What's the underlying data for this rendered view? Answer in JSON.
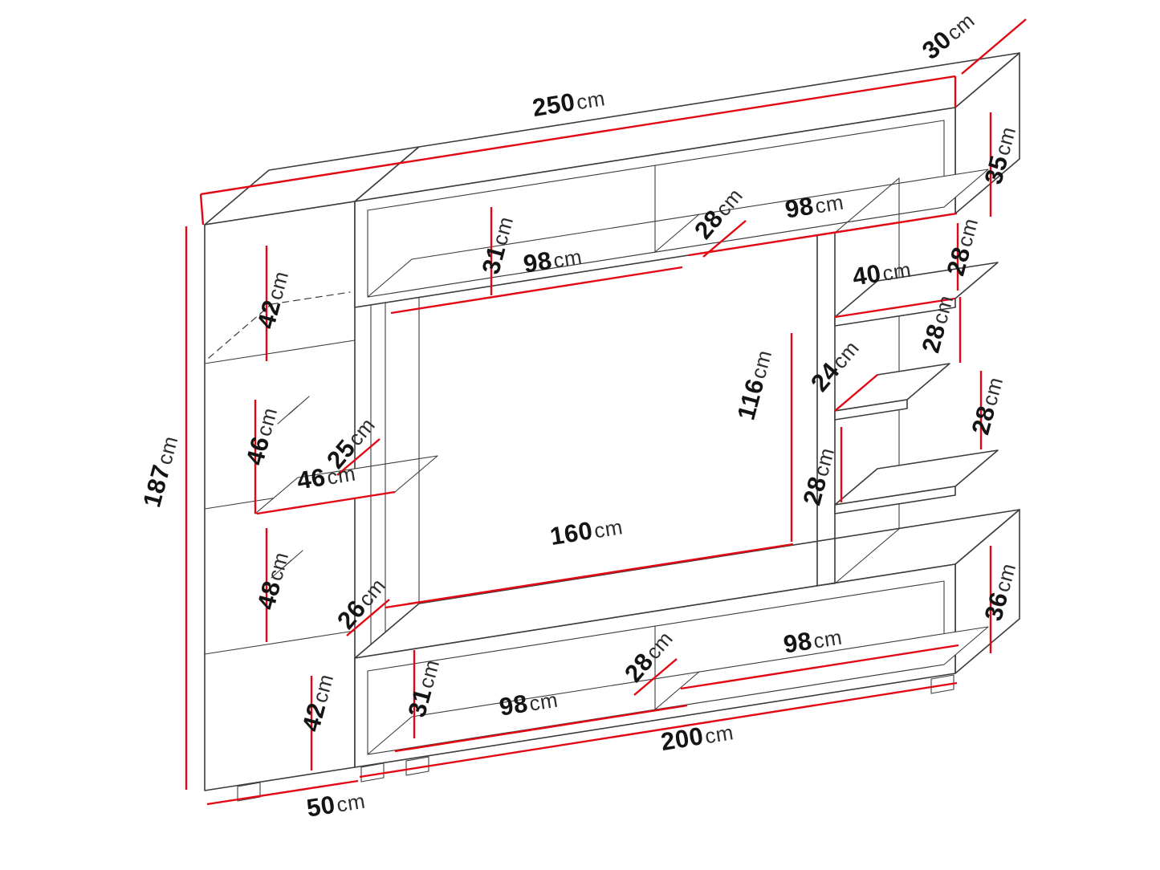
{
  "unit": "cm",
  "colors": {
    "background": "#ffffff",
    "outline": "#3c3c3c",
    "dimension_line": "#e30613",
    "label_text": "#141414"
  },
  "labels": [
    {
      "name": "top-depth",
      "value": "30",
      "unit": "cm"
    },
    {
      "name": "total-width",
      "value": "250",
      "unit": "cm"
    },
    {
      "name": "top-unit-height",
      "value": "35",
      "unit": "cm"
    },
    {
      "name": "top-shelf-inner-height",
      "value": "31",
      "unit": "cm"
    },
    {
      "name": "top-shelf-inner-depth",
      "value": "28",
      "unit": "cm"
    },
    {
      "name": "top-shelf-right-width",
      "value": "98",
      "unit": "cm"
    },
    {
      "name": "right-gap-top",
      "value": "28",
      "unit": "cm"
    },
    {
      "name": "top-shelf-left-width",
      "value": "98",
      "unit": "cm"
    },
    {
      "name": "left-top-compartment-height",
      "value": "42",
      "unit": "cm"
    },
    {
      "name": "right-shelf-upper-width",
      "value": "40",
      "unit": "cm"
    },
    {
      "name": "right-gap-second",
      "value": "28",
      "unit": "cm"
    },
    {
      "name": "right-shelf-middle-width",
      "value": "24",
      "unit": "cm"
    },
    {
      "name": "tv-opening-height",
      "value": "116",
      "unit": "cm"
    },
    {
      "name": "right-gap-third",
      "value": "28",
      "unit": "cm"
    },
    {
      "name": "left-second-compartment-height",
      "value": "46",
      "unit": "cm"
    },
    {
      "name": "left-shelf-depth",
      "value": "25",
      "unit": "cm"
    },
    {
      "name": "left-shelf-width",
      "value": "46",
      "unit": "cm"
    },
    {
      "name": "total-height",
      "value": "187",
      "unit": "cm"
    },
    {
      "name": "right-gap-bottom",
      "value": "28",
      "unit": "cm"
    },
    {
      "name": "tv-opening-width",
      "value": "160",
      "unit": "cm"
    },
    {
      "name": "left-third-compartment-height",
      "value": "48",
      "unit": "cm"
    },
    {
      "name": "left-lower-shelf-depth",
      "value": "26",
      "unit": "cm"
    },
    {
      "name": "tv-stand-height",
      "value": "36",
      "unit": "cm"
    },
    {
      "name": "bottom-shelf-inner-depth",
      "value": "28",
      "unit": "cm"
    },
    {
      "name": "bottom-shelf-right-width",
      "value": "98",
      "unit": "cm"
    },
    {
      "name": "left-bottom-compartment-height",
      "value": "42",
      "unit": "cm"
    },
    {
      "name": "bottom-shelf-inner-height",
      "value": "31",
      "unit": "cm"
    },
    {
      "name": "bottom-shelf-left-width",
      "value": "98",
      "unit": "cm"
    },
    {
      "name": "tv-stand-width",
      "value": "200",
      "unit": "cm"
    },
    {
      "name": "left-cabinet-width",
      "value": "50",
      "unit": "cm"
    }
  ]
}
